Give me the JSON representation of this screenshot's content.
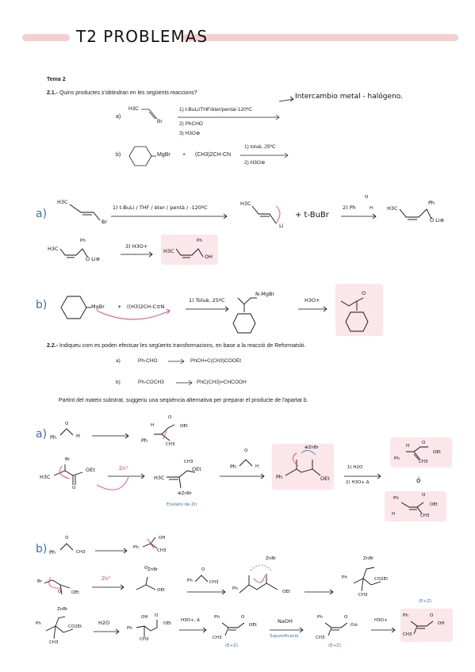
{
  "title": "T2 PROBLEMAS",
  "topic": "Tema 2",
  "q21": {
    "number": "2.1.-",
    "text": "Quins productes s'obtindran en les següents reaccions?",
    "note": "Intercambio metal - halógeno.",
    "a": {
      "label": "a)",
      "reactant": "H3C",
      "reactant_br": "Br",
      "cond1": "1)   t-BuLi/THF/èter/pentà/-120ºC",
      "cond2": "2) PhCHO",
      "cond3": "3) H3O⊕"
    },
    "b": {
      "label": "b)",
      "reactant": "MgBr",
      "plus": "+",
      "reagent": "(CH3)2CH-CN",
      "cond1": "1) toluè, 25ºC",
      "cond2": "2) H3O⊕"
    }
  },
  "sol21": {
    "a_label": "a)",
    "a_h3c": "H3C",
    "a_br": "Br",
    "a_arrow1": "1) t-BuLi / THF / èter / pentà / -120ºC",
    "a_li": "Li",
    "a_plus_tbubr": "+  t-BuBr",
    "a_arrow2": "2) Ph",
    "a_h": "H",
    "a_o": "O",
    "a_h3c2": "H3C",
    "a_ph": "Ph",
    "a_oli": "Ō  Li⊕",
    "a_arrow3": "3) H3O+",
    "a_oh": "OH",
    "b_label": "b)",
    "b_mgbr": "MgBr",
    "b_plus": "+",
    "b_reagent": "((H3)2CH-C≡N",
    "b_arrow1": "1) Toluè, 25ºC",
    "b_nmgbr": "N-MgBr",
    "b_arrow2": "H3O+",
    "b_o": "O"
  },
  "q22": {
    "number": "2.2.-",
    "text": "Indiqueu com es poden efectuar les següents transformacions, en base a la reacció de Reformatski.",
    "a_label": "a)",
    "a_from": "Ph-CHO",
    "a_to": "PhCH=C(CH3)COOEt",
    "b_label": "b)",
    "b_from": "Ph-COCH3",
    "b_to": "PhC(CH3)=CHCOOH",
    "note": "Partint del mateix substrat, suggeriu una seqüència alternativa per preparar el producte de l'apartat b."
  },
  "sol22": {
    "a_label": "a)",
    "a_ph": "Ph",
    "a_h": "H",
    "a_o": "O",
    "a_oet": "OEt",
    "a_ch3": "CH3",
    "a_br": "Br",
    "a_h3c": "H3C",
    "a_zn": "Zn°",
    "a_znbr": "⊕ZnBr",
    "a_enolate": "Enolato de Zn",
    "a_arrow_h2o1": "1) H2O",
    "a_arrow_h2o2": "2) H3O+ Δ",
    "a_or": "ó",
    "b_label": "b)",
    "b_ch3": "CH3",
    "b_oh": "OH",
    "b_zn": "Zn°",
    "b_znbr": "ZnBr",
    "b_co2et": "CO2Et",
    "b_h2o": "H2O",
    "b_h3o": "H3O+, Δ",
    "b_naoh": "NaOH",
    "b_sapon": "Saponificació",
    "b_ez": "(E+Z)",
    "b_h3o2": "H3O+",
    "b_oeq": "O⊖"
  },
  "colors": {
    "pink": "#e0307a",
    "blue": "#3f6fb0",
    "bar": "#f4cfcf",
    "highlight": "#fbe6ea"
  }
}
